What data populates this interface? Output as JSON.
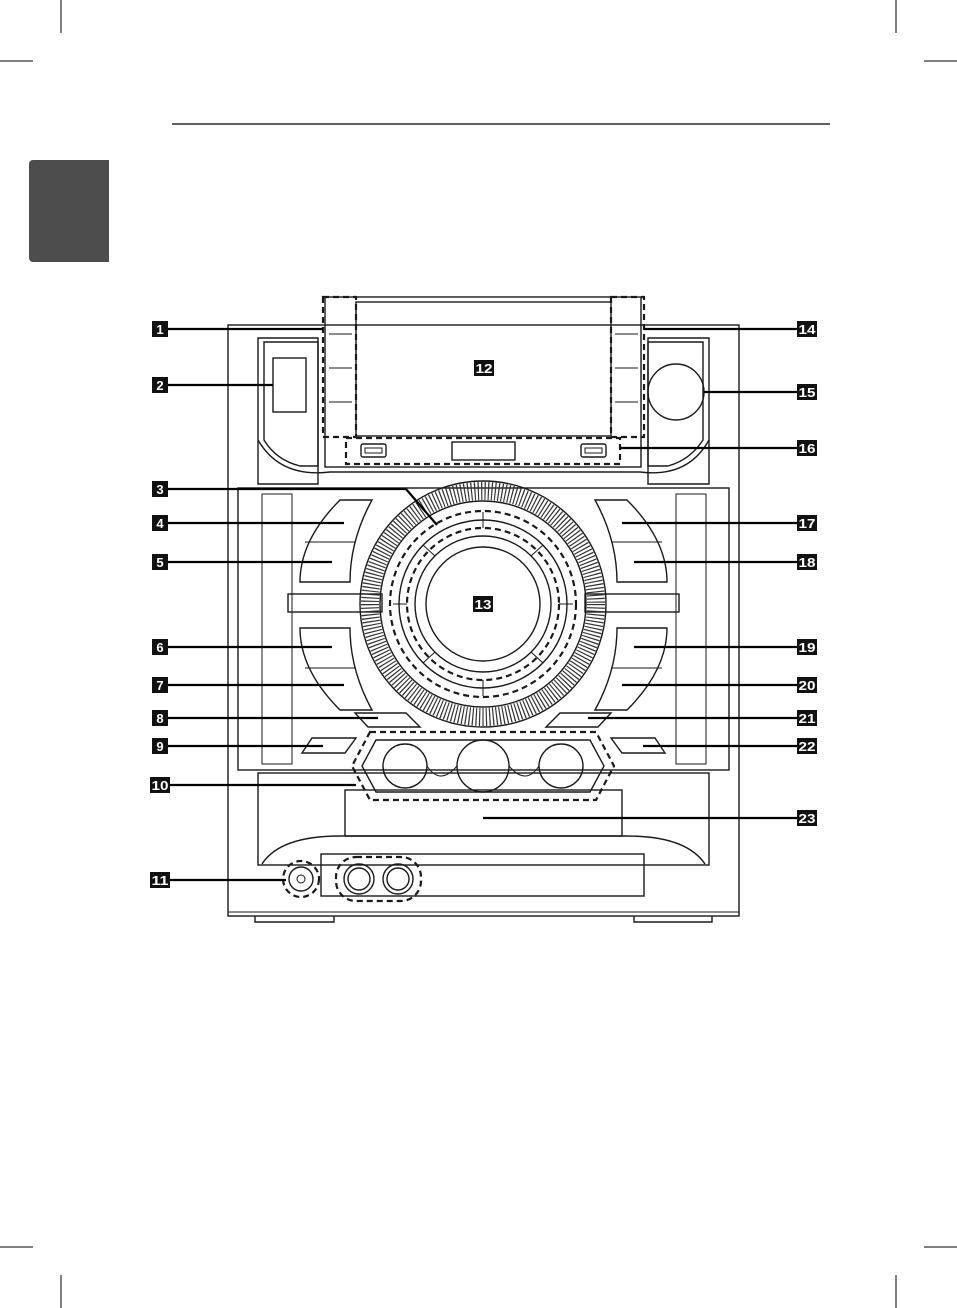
{
  "page": {
    "tab_color": "#4d4d4d",
    "ink_color": "#111111"
  },
  "callouts": {
    "c1": "1",
    "c2": "2",
    "c3": "3",
    "c4": "4",
    "c5": "5",
    "c6": "6",
    "c7": "7",
    "c8": "8",
    "c9": "9",
    "c10": "10",
    "c11": "11",
    "c12": "12",
    "c13": "13",
    "c14": "14",
    "c15": "15",
    "c16": "16",
    "c17": "17",
    "c18": "18",
    "c19": "19",
    "c20": "20",
    "c21": "21",
    "c22": "22",
    "c23": "23"
  }
}
